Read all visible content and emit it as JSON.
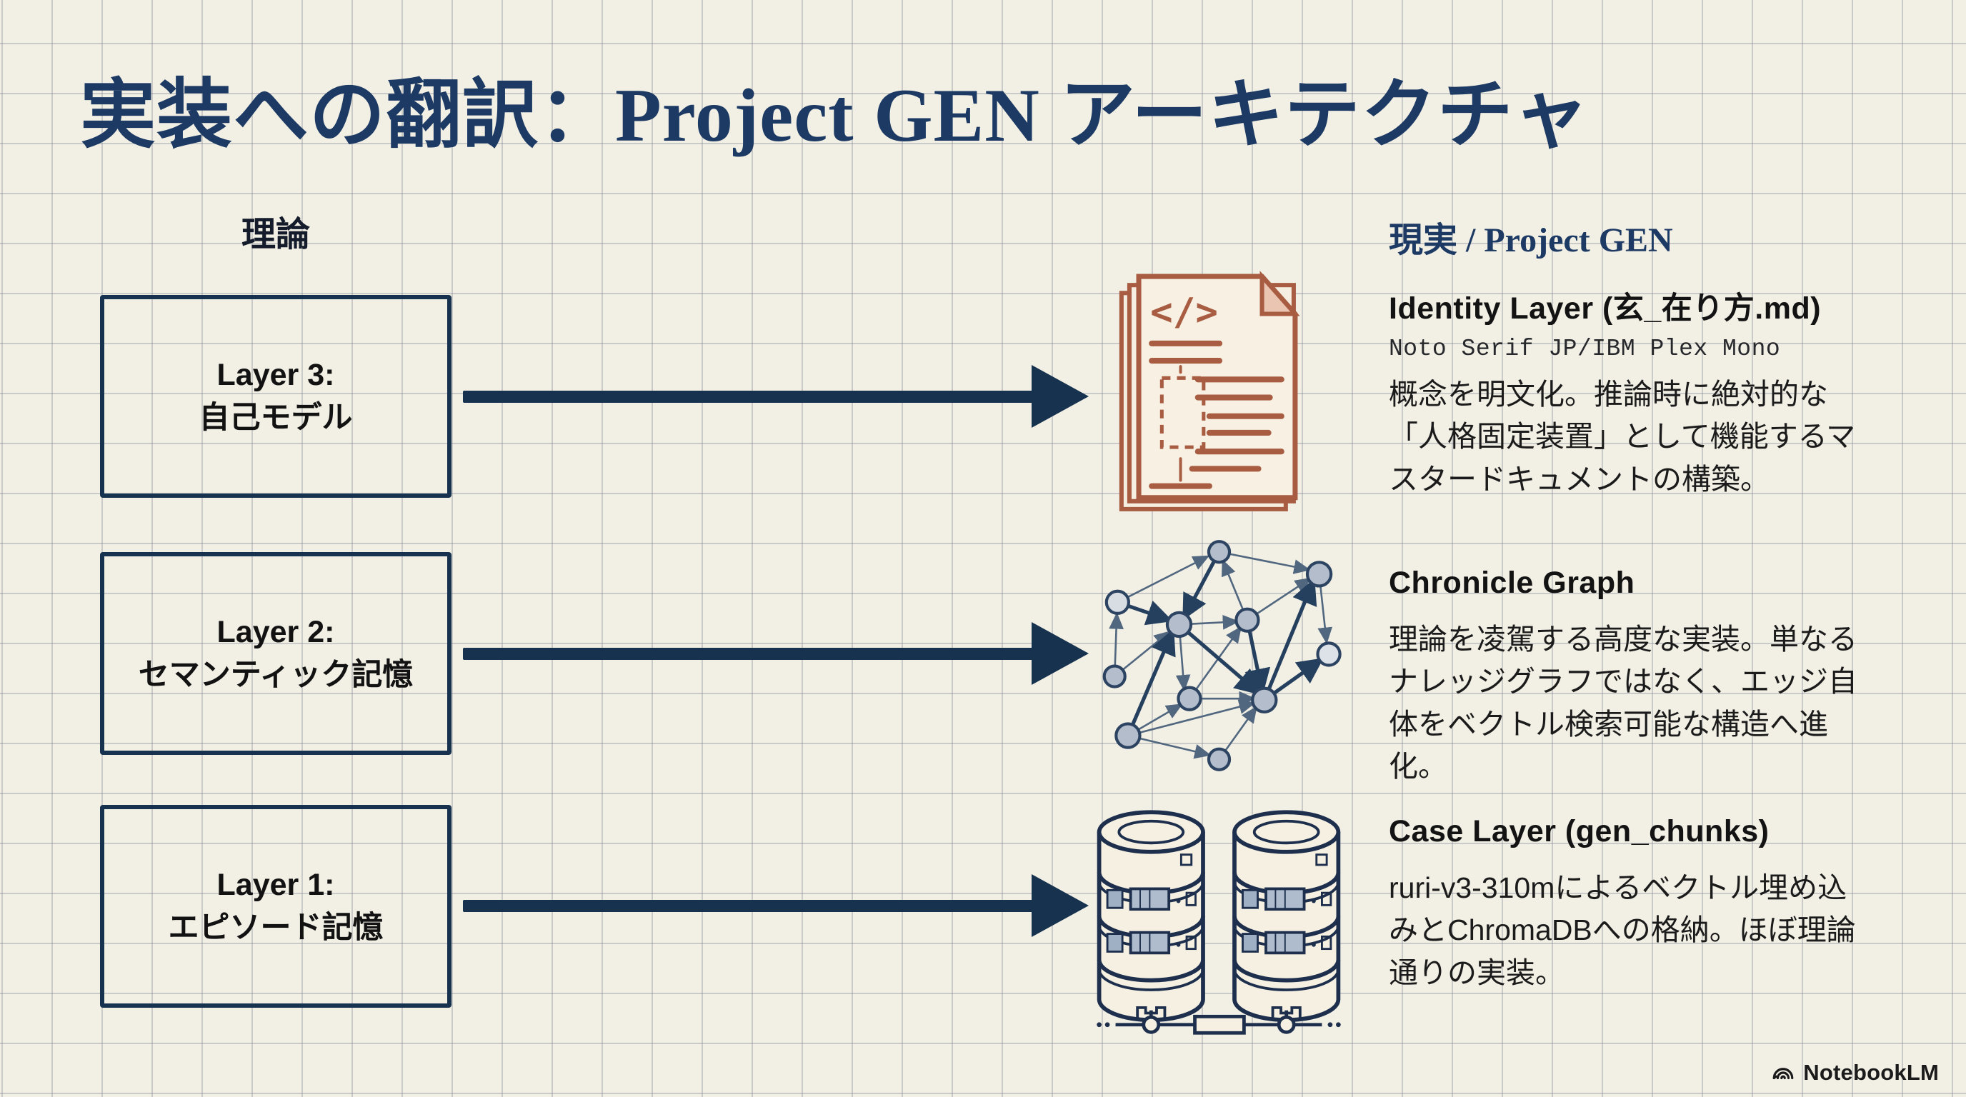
{
  "slide": {
    "title": "実装への翻訳：Project GEN アーキテクチャ",
    "columns": {
      "theory_label": "理論",
      "reality_label_jp": "現実",
      "reality_label_en": " / Project GEN"
    },
    "theory_layers": [
      {
        "line1": "Layer 3:",
        "line2": "自己モデル"
      },
      {
        "line1": "Layer 2:",
        "line2": "セマンティック記憶"
      },
      {
        "line1": "Layer 1:",
        "line2": "エピソード記憶"
      }
    ],
    "reality_items": [
      {
        "heading": "Identity Layer (玄_在り方.md)",
        "subheading": "Noto Serif JP/IBM Plex Mono",
        "body": "概念を明文化。推論時に絶対的な「人格固定装置」として機能するマスタードキュメントの構築。",
        "icon": "code-document-stack-icon"
      },
      {
        "heading": "Chronicle Graph",
        "subheading": "",
        "body": "理論を凌駕する高度な実装。単なるナレッジグラフではなく、エッジ自体をベクトル検索可能な構造へ進化。",
        "icon": "knowledge-graph-icon"
      },
      {
        "heading": "Case Layer (gen_chunks)",
        "subheading": "",
        "body": "ruri-v3-310mによるベクトル埋め込みとChromaDBへの格納。ほぼ理論通りの実装。",
        "icon": "database-cluster-icon"
      }
    ],
    "footer": {
      "brand": "NotebookLM"
    },
    "colors": {
      "background": "#f2efe4",
      "grid_line": "#c3c6ca",
      "navy": "#1c3a63",
      "box_border": "#16324f",
      "arrow": "#16324f",
      "doc_icon": "#a85c42",
      "text_dark": "#171717",
      "graph_node_fill": "#b3bdcb",
      "graph_edge": "#51677f",
      "db_stroke": "#1d2f4d"
    }
  }
}
